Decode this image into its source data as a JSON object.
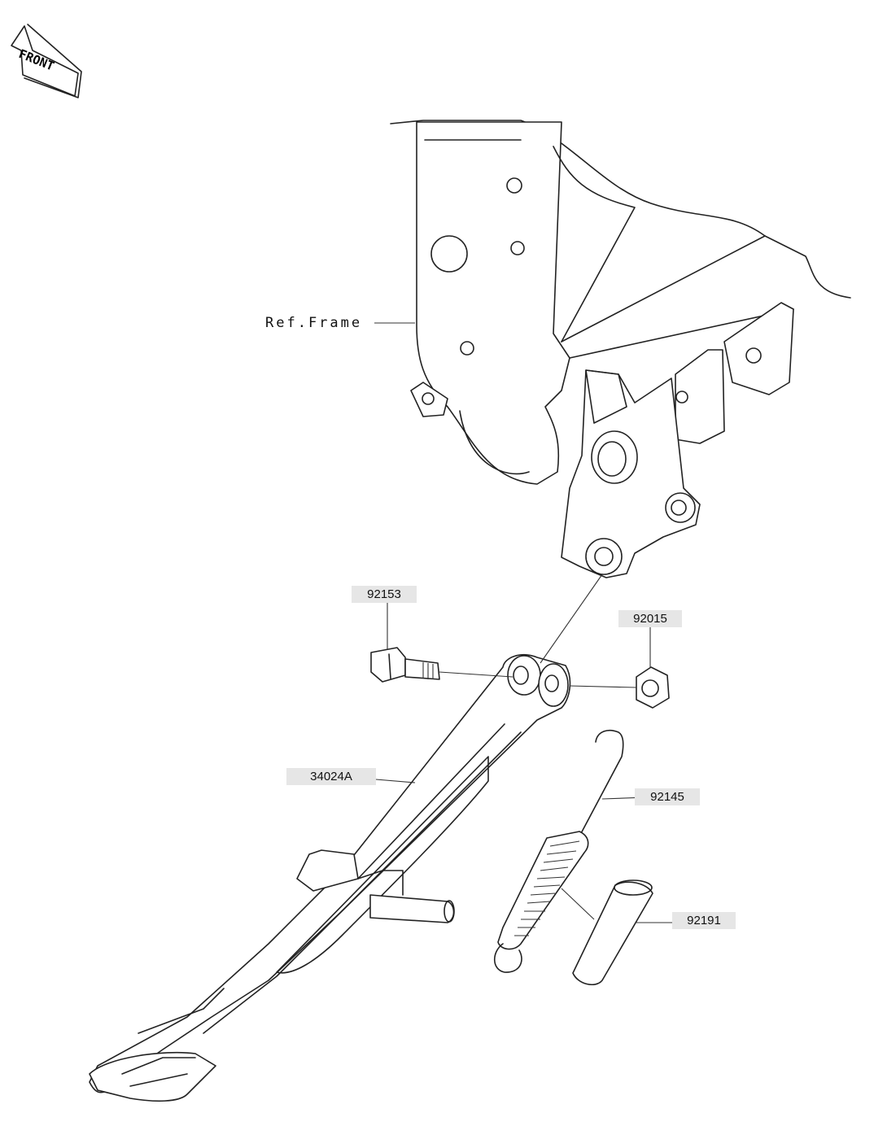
{
  "front_badge": {
    "text": "FRONT",
    "icon": "front-arrow-icon"
  },
  "reference": {
    "frame_label": "Ref.Frame"
  },
  "parts": [
    {
      "id": "bolt",
      "number": "92153"
    },
    {
      "id": "nut",
      "number": "92015"
    },
    {
      "id": "side-stand",
      "number": "34024A"
    },
    {
      "id": "spring",
      "number": "92145"
    },
    {
      "id": "collar",
      "number": "92191"
    }
  ],
  "colors": {
    "line": "#222222",
    "label_background": "#e6e6e6",
    "background": "#ffffff"
  }
}
